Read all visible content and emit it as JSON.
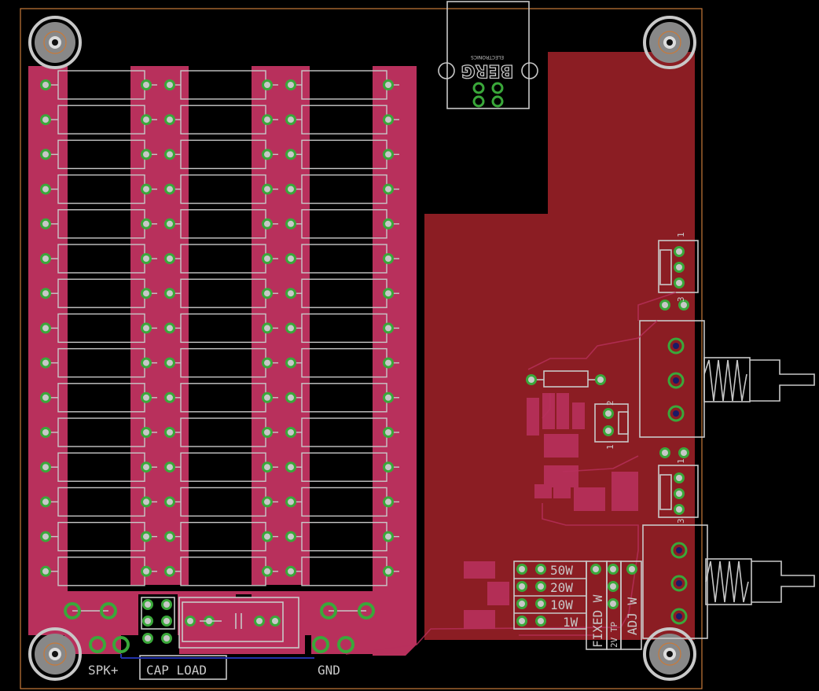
{
  "board": {
    "colors": {
      "background": "#000000",
      "board_outline": "#c87a3a",
      "copper_top": "#8b1d23",
      "copper_pour_magenta": "#b8305c",
      "silkscreen": "#c8c8c8",
      "pad": "#3aa83a",
      "trace_blue": "#2233aa"
    },
    "component_icons": [
      "mounting-hole-icon",
      "resistor-icon",
      "potentiometer-icon",
      "connector-icon",
      "capacitor-icon",
      "jumper-icon"
    ]
  },
  "labels": {
    "spk": "SPK+",
    "cap_load": "CAP LOAD",
    "gnd": "GND",
    "w50": "50W",
    "w20": "20W",
    "w10": "10W",
    "w1": "1W",
    "fixed_w": "FIXED W",
    "tp": "2V TP",
    "adj_w": "ADJ W",
    "berg": "BERG",
    "electronics": "ELECTRONICS",
    "pin1a": "1",
    "pin3a": "3",
    "pin2": "2",
    "pin1b": "1",
    "pin1c": "1",
    "pin3b": "3"
  }
}
